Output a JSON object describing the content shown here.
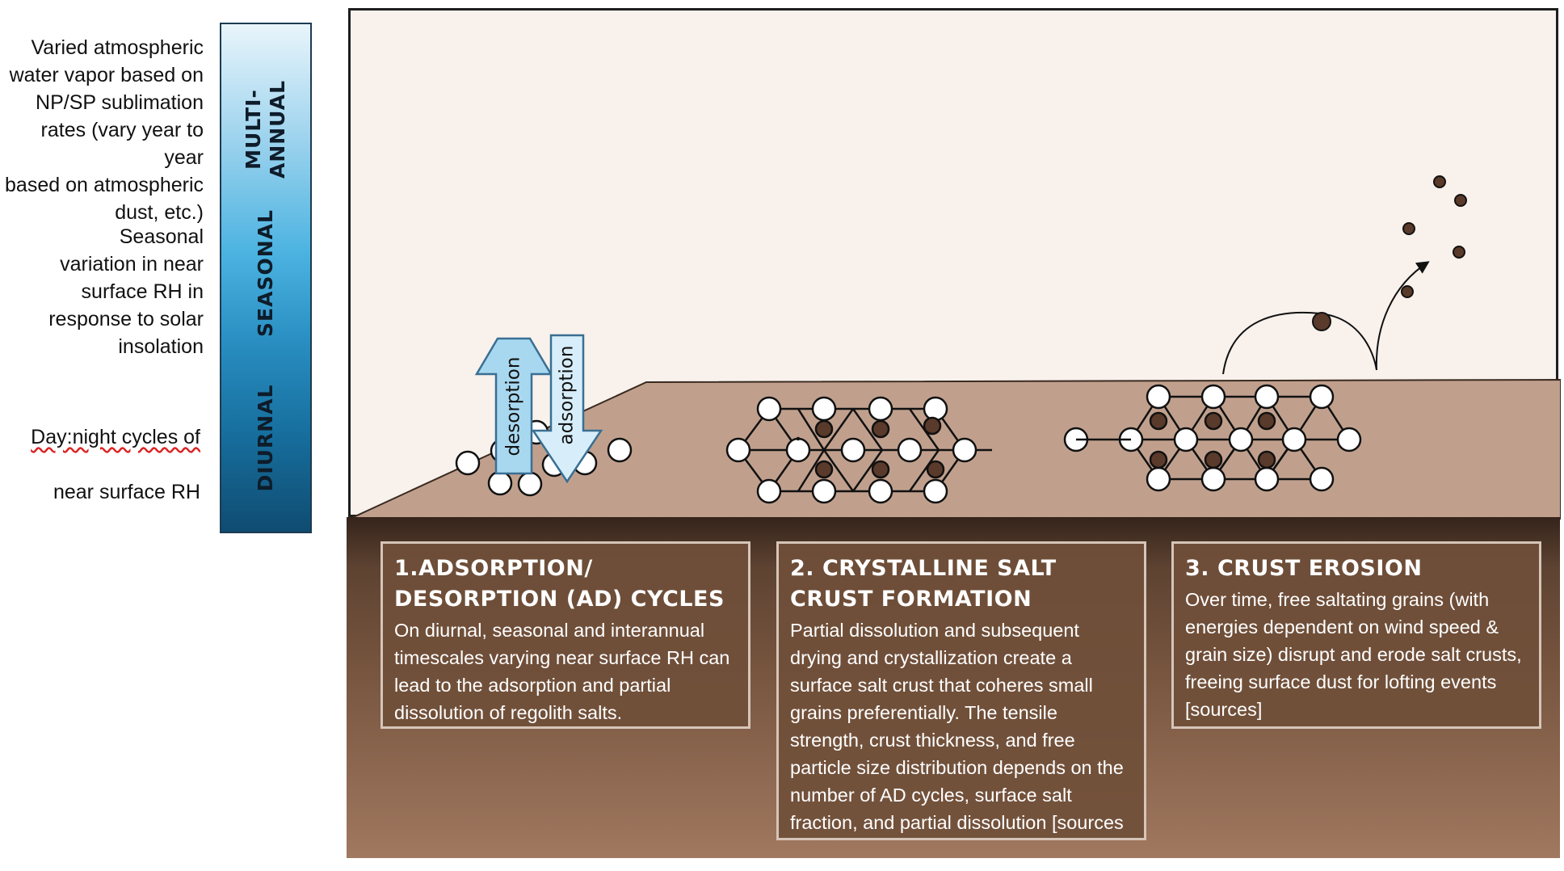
{
  "left_notes": {
    "multi_annual": "Varied atmospheric\nwater vapor based on\nNP/SP sublimation\nrates (vary year to year\nbased on atmospheric\ndust, etc.)",
    "seasonal": "Seasonal\nvariation in near\nsurface RH in\nresponse to solar\ninsolation",
    "diurnal_line1": "Day:night cycles of",
    "diurnal_line2": "near surface RH"
  },
  "timescale_bar": {
    "multi_annual": "MULTI-\nANNUAL",
    "seasonal": "SEASONAL",
    "diurnal": "DIURNAL"
  },
  "arrows": {
    "desorption": "desorption",
    "adsorption": "adsorption"
  },
  "panels": [
    {
      "title": "1.ADSORPTION/\nDESORPTION (AD) CYCLES",
      "text": "On diurnal, seasonal and interannual timescales varying near surface RH can lead to the adsorption and partial dissolution of regolith salts."
    },
    {
      "title": "2. CRYSTALLINE SALT\nCRUST FORMATION",
      "text": "Partial dissolution and subsequent drying and crystallization create a surface salt crust that coheres small grains preferentially. The tensile strength, crust thickness, and free particle size distribution depends on the number of AD cycles, surface salt fraction, and partial dissolution [sources"
    },
    {
      "title": "3. CRUST EROSION",
      "text": "Over time, free saltating grains (with energies dependent on wind speed & grain size) disrupt and erode salt crusts, freeing surface dust for lofting events [sources]"
    }
  ],
  "colors": {
    "sky": "#f8f1ec",
    "soil": "#c0a08d",
    "grain_dark": "#5a3a2a",
    "arrow_fill": "#a8d8f0",
    "panel_fill": "#704f39"
  }
}
